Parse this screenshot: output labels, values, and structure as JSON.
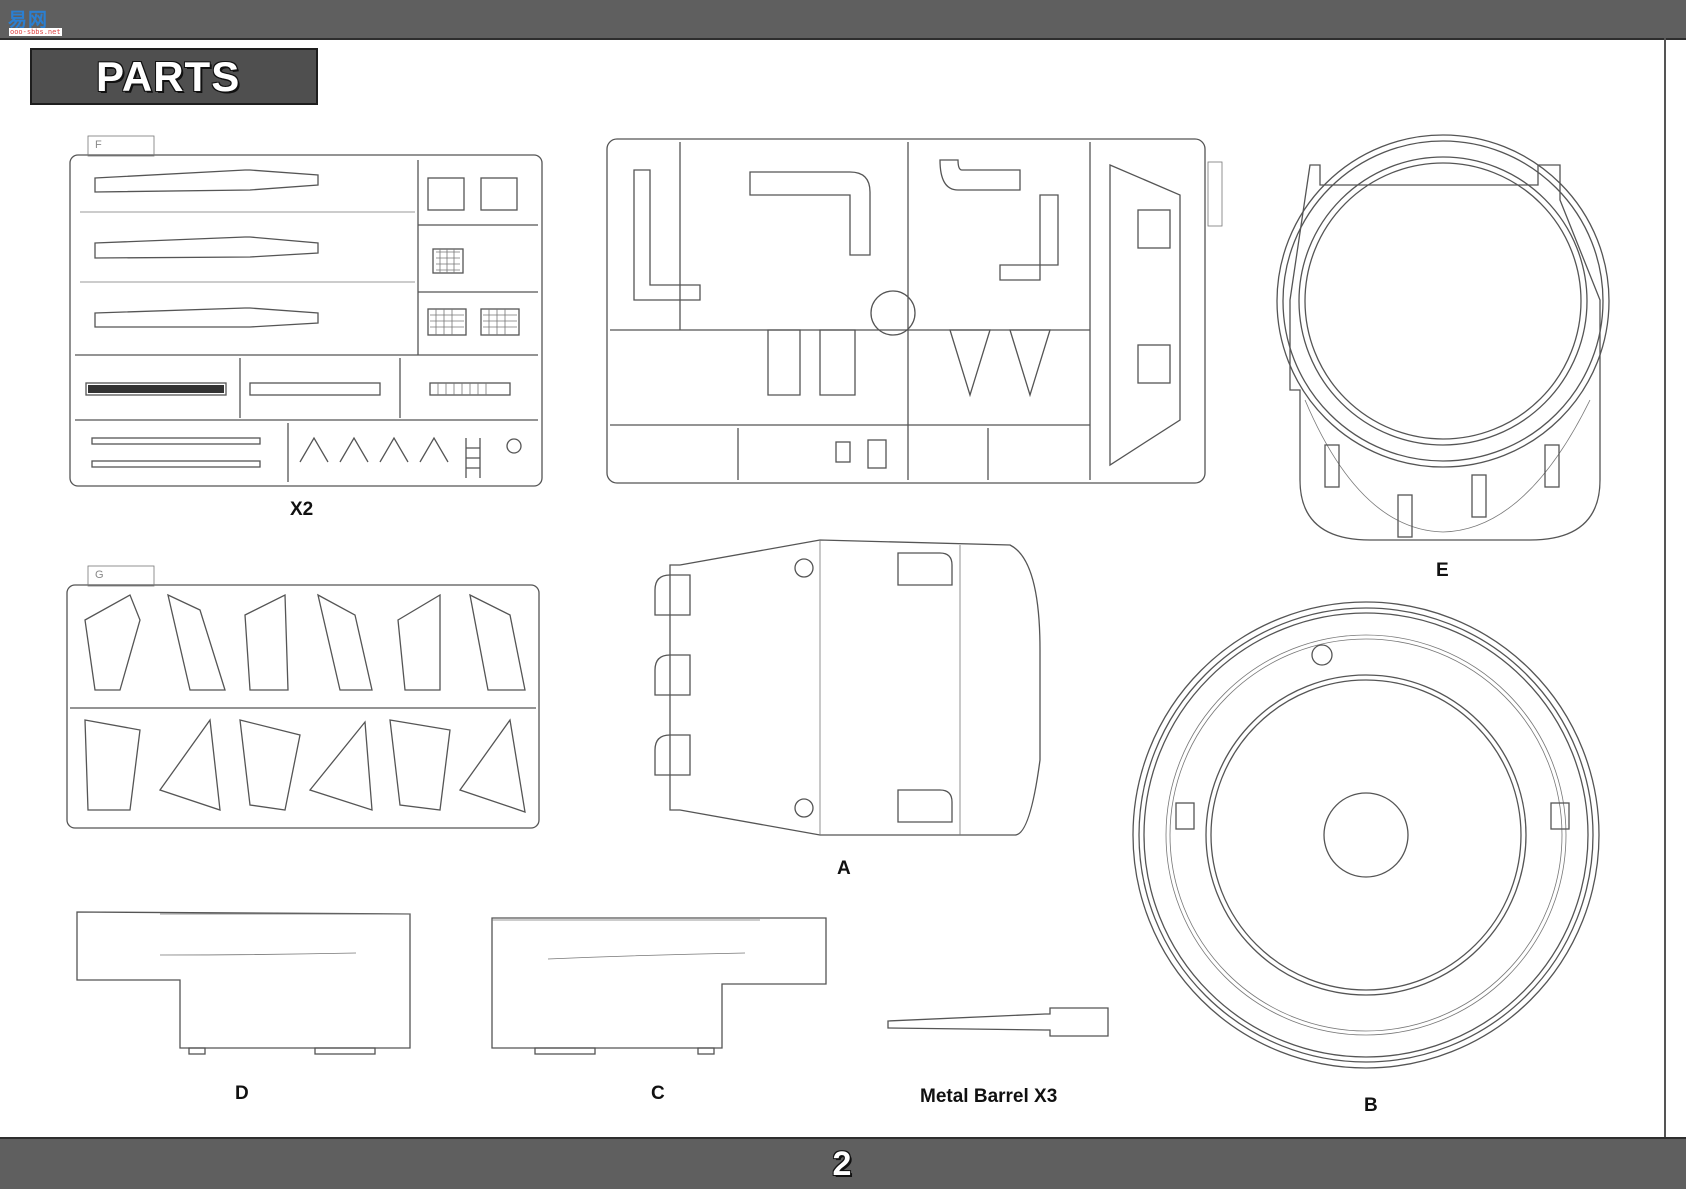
{
  "watermark": {
    "main": "易网",
    "sub": "ooo-sbbs.net"
  },
  "header": {
    "title": "PARTS"
  },
  "labels": {
    "sprue_f_qty": "X2",
    "part_e": "E",
    "part_a": "A",
    "part_d": "D",
    "part_c": "C",
    "barrel": "Metal Barrel X3",
    "part_b": "B"
  },
  "sprue_tags": {
    "f": "F",
    "g": "G"
  },
  "footer": {
    "page_number": "2"
  }
}
